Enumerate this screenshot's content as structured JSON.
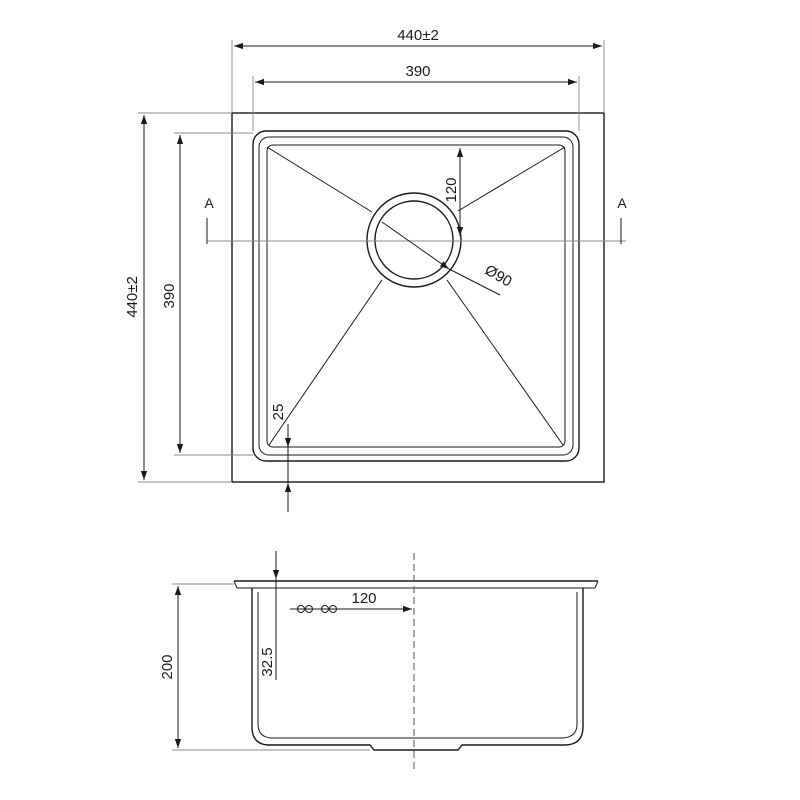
{
  "plan_view": {
    "outer_width": "440±2",
    "inner_width": "390",
    "outer_height": "440±2",
    "inner_height": "390",
    "drain_offset": "120",
    "drain_diameter": "Ø90",
    "corner_radius": "25",
    "section_label_left": "A",
    "section_label_right": "A"
  },
  "section_view": {
    "depth": "200",
    "drain_offset": "120",
    "drain_depth": "32.5",
    "overflow_mark": "00-00"
  }
}
